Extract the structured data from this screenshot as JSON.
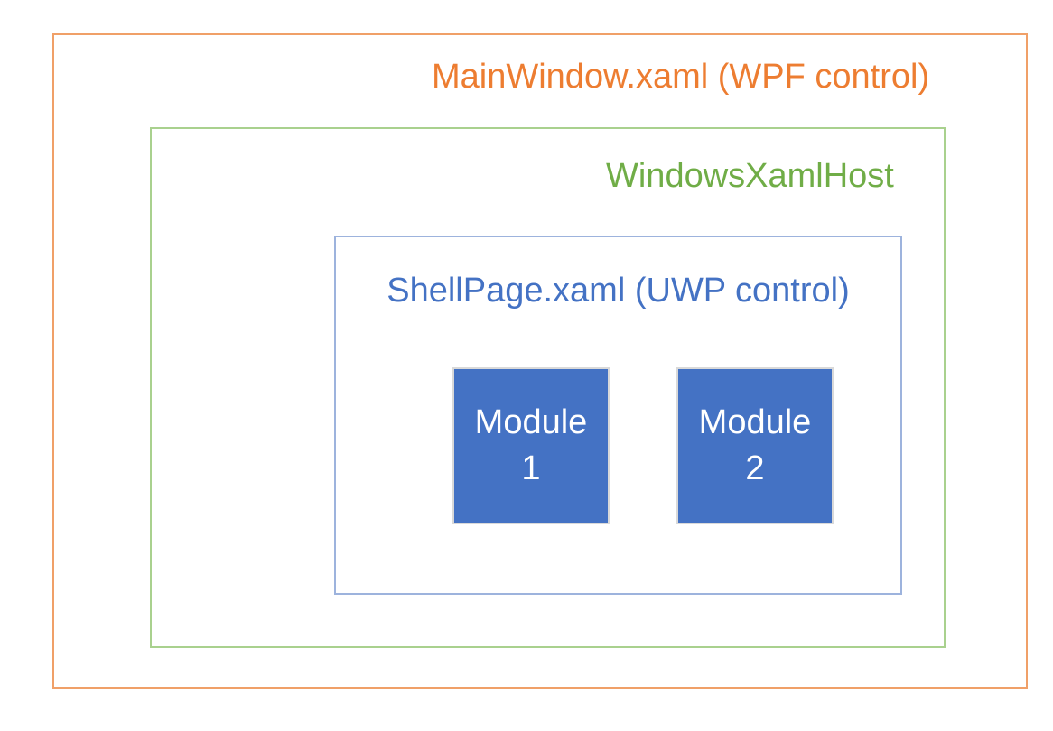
{
  "diagram": {
    "outer_box": {
      "label": "MainWindow.xaml (WPF control)",
      "text_color": "#ED7D31",
      "border_color": "#F0A068"
    },
    "host_box": {
      "label": "WindowsXamlHost",
      "text_color": "#70AD47",
      "border_color": "#A9D18E"
    },
    "shell_box": {
      "label": "ShellPage.xaml (UWP control)",
      "text_color": "#4472C4",
      "border_color": "#9DB3DD"
    },
    "modules": [
      {
        "label": "Module 1",
        "lines": [
          "Module",
          "1"
        ],
        "fill_color": "#4472C4",
        "text_color": "#FFFFFF",
        "border_color": "#D9D9D9"
      },
      {
        "label": "Module 2",
        "lines": [
          "Module",
          "2"
        ],
        "fill_color": "#4472C4",
        "text_color": "#FFFFFF",
        "border_color": "#D9D9D9"
      }
    ]
  }
}
